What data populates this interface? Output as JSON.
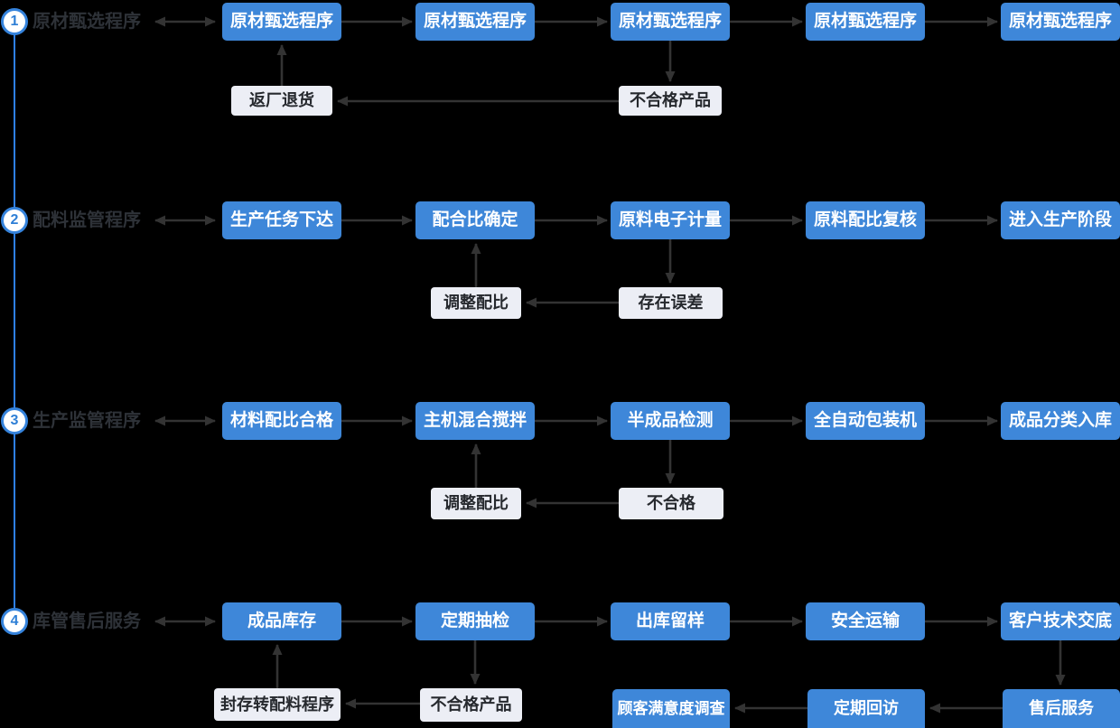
{
  "colors": {
    "background": "#000000",
    "process_box": "#3E87D9",
    "process_text": "#FFFFFF",
    "feedback_box": "#ECEEF5",
    "feedback_text": "#26292E",
    "arrow": "#333333",
    "circle_ring": "#3583DC",
    "circle_number": "#2E7FD6",
    "timeline_line": "#2E80EE",
    "row_label_text": "#2E3238"
  },
  "rows": [
    {
      "num": "1",
      "label": "原材甄选程序",
      "steps": [
        "原材甄选程序",
        "原材甄选程序",
        "原材甄选程序",
        "原材甄选程序",
        "原材甄选程序"
      ],
      "return_box": "返厂退货",
      "reject_box": "不合格产品"
    },
    {
      "num": "2",
      "label": "配料监管程序",
      "steps": [
        "生产任务下达",
        "配合比确定",
        "原料电子计量",
        "原料配比复核",
        "进入生产阶段"
      ],
      "return_box": "调整配比",
      "reject_box": "存在误差"
    },
    {
      "num": "3",
      "label": "生产监管程序",
      "steps": [
        "材料配比合格",
        "主机混合搅拌",
        "半成品检测",
        "全自动包装机",
        "成品分类入库"
      ],
      "return_box": "调整配比",
      "reject_box": "不合格"
    },
    {
      "num": "4",
      "label": "库管售后服务",
      "steps": [
        "成品库存",
        "定期抽检",
        "出库留样",
        "安全运输",
        "客户技术交底"
      ],
      "return_box": "封存转配料程序",
      "reject_box": "不合格产品",
      "aftersales": [
        "顾客满意度调查",
        "定期回访",
        "售后服务"
      ]
    }
  ]
}
